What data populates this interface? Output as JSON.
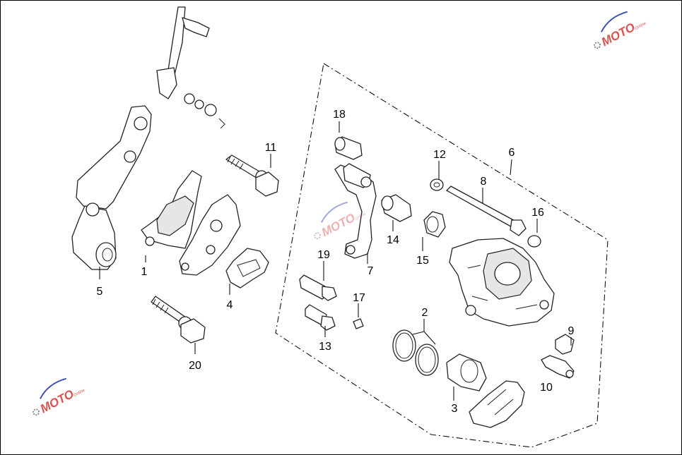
{
  "callouts": [
    {
      "id": "c1",
      "text": "1"
    },
    {
      "id": "c2",
      "text": "2"
    },
    {
      "id": "c3",
      "text": "3"
    },
    {
      "id": "c4",
      "text": "4"
    },
    {
      "id": "c5",
      "text": "5"
    },
    {
      "id": "c6",
      "text": "6"
    },
    {
      "id": "c7",
      "text": "7"
    },
    {
      "id": "c8",
      "text": "8"
    },
    {
      "id": "c9",
      "text": "9"
    },
    {
      "id": "c10",
      "text": "10"
    },
    {
      "id": "c11",
      "text": "11"
    },
    {
      "id": "c12",
      "text": "12"
    },
    {
      "id": "c13",
      "text": "13"
    },
    {
      "id": "c14",
      "text": "14"
    },
    {
      "id": "c15",
      "text": "15"
    },
    {
      "id": "c16",
      "text": "16"
    },
    {
      "id": "c17",
      "text": "17"
    },
    {
      "id": "c18",
      "text": "18"
    },
    {
      "id": "c19",
      "text": "19"
    },
    {
      "id": "c20",
      "text": "20"
    }
  ],
  "watermark": {
    "text": "MOTO",
    "subtext": "Online",
    "colors": {
      "text": "#d9534f",
      "swoosh": "#3f51b5",
      "gear": "#888888"
    }
  }
}
